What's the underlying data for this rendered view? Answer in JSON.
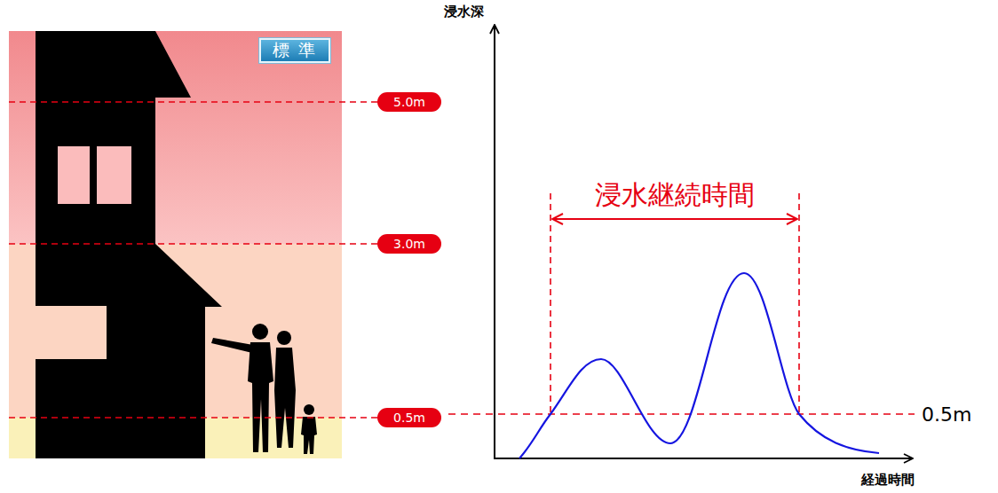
{
  "diagram": {
    "nodes": [
      {
        "text": [
          "標 準"
        ]
      },
      {
        "text": [
          "5.0m"
        ]
      },
      {
        "text": [
          "3.0m"
        ]
      },
      {
        "text": [
          "0.5m"
        ]
      }
    ],
    "labels": [
      "浸水深",
      "浸水継続時間",
      "0.5m",
      "経過時間"
    ]
  }
}
